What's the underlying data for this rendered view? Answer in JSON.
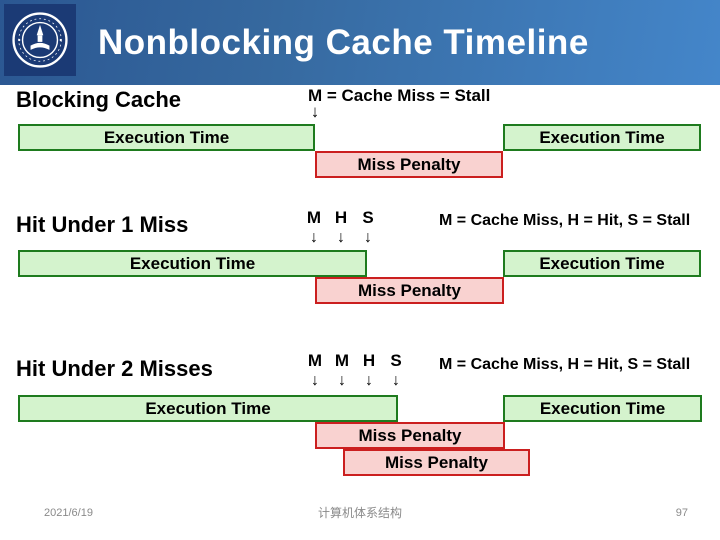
{
  "slide": {
    "title": "Nonblocking Cache Timeline"
  },
  "icons": {
    "logo": "university-seal",
    "down_arrow": "↓"
  },
  "colors": {
    "header_start": "#2b5792",
    "header_end": "#4486ca",
    "logo_bg": "#1b3a75",
    "exec_fill": "#d4f3cd",
    "exec_border": "#1e7b1e",
    "pen_fill": "#f9d2d0",
    "pen_border": "#cb1f1f",
    "footer_color": "#8a8a8a"
  },
  "sections": [
    {
      "heading": "Blocking Cache",
      "legend": "M = Cache Miss = Stall",
      "markers": [],
      "bars": [
        {
          "kind": "execution",
          "label": "Execution Time"
        },
        {
          "kind": "penalty",
          "label": "Miss Penalty"
        },
        {
          "kind": "execution",
          "label": "Execution Time"
        }
      ]
    },
    {
      "heading": "Hit Under 1 Miss",
      "legend": "M = Cache Miss, H = Hit, S = Stall",
      "markers": [
        "M",
        "H",
        "S"
      ],
      "bars": [
        {
          "kind": "execution",
          "label": "Execution Time"
        },
        {
          "kind": "penalty",
          "label": "Miss Penalty"
        },
        {
          "kind": "execution",
          "label": "Execution Time"
        }
      ]
    },
    {
      "heading": "Hit Under 2 Misses",
      "legend": "M = Cache Miss, H = Hit, S = Stall",
      "markers": [
        "M",
        "M",
        "H",
        "S"
      ],
      "bars": [
        {
          "kind": "execution",
          "label": "Execution Time"
        },
        {
          "kind": "penalty",
          "label": "Miss Penalty"
        },
        {
          "kind": "penalty",
          "label": "Miss Penalty"
        },
        {
          "kind": "execution",
          "label": "Execution Time"
        }
      ]
    }
  ],
  "footer": {
    "date": "2021/6/19",
    "course": "计算机体系结构",
    "page": "97"
  }
}
